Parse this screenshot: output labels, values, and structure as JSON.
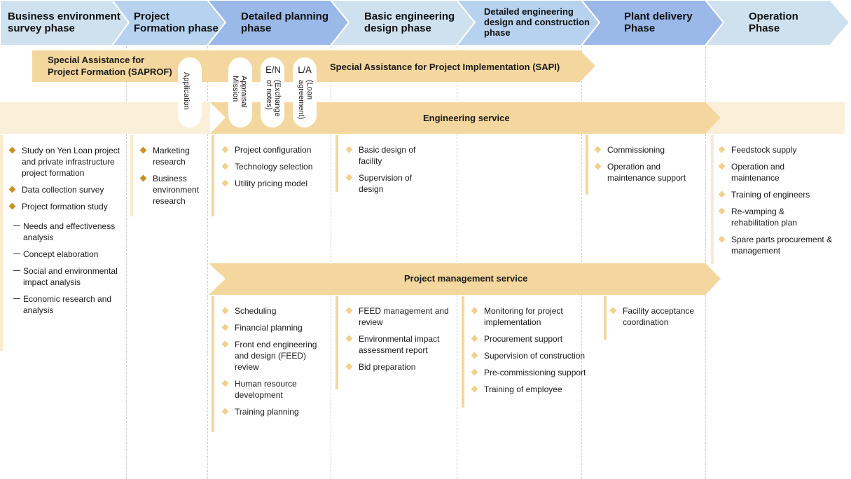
{
  "phases": [
    "Business environment\nsurvey phase",
    "Project\nFormation phase",
    "Detailed planning\nphase",
    "Basic engineering\ndesign phase",
    "Detailed engineering\ndesign and construction\nphase",
    "Plant delivery\nPhase",
    "Operation\nPhase"
  ],
  "colors": {
    "phase_light": "#cfe1ee",
    "phase_mid": "#b7d2ee",
    "phase_dark": "#9ab8e8",
    "band": "#f3d79e",
    "band_pale": "#fcefda",
    "diamond_dark": "#c9902a",
    "diamond_light": "#f0d08c"
  },
  "bars": {
    "saprof": "Special Assistance for\nProject Formation  (SAPROF)",
    "sapi": "Special Assistance for Project Implementation (SAPI)",
    "engineering": "Engineering service",
    "pm": "Project management service"
  },
  "milestones": {
    "application": "Application",
    "appraisal": "Appraisal\nMission",
    "en_abbr": "E/N",
    "en_full": "(Exchange\nof notes)",
    "la_abbr": "L/A",
    "la_full": "(Loan\nagreement)"
  },
  "survey": {
    "items": [
      "Study on Yen Loan project and private infrastructure project formation",
      "Data collection survey",
      "Project formation study"
    ],
    "subitems": [
      "Needs and effectiveness analysis",
      "Concept elaboration",
      "Social and environmental impact analysis",
      "Economic research and analysis"
    ]
  },
  "formation": {
    "items": [
      "Marketing research",
      "Business environment research"
    ]
  },
  "engineering_cols": {
    "detailed_planning": [
      "Project configuration",
      "Technology selection",
      "Utility pricing model"
    ],
    "basic_design": [
      "Basic design of facility",
      "Supervision of design"
    ],
    "plant_delivery": [
      "Commissioning",
      "Operation and maintenance support"
    ],
    "operation": [
      "Feedstock supply",
      "Operation and maintenance",
      "Training of engineers",
      "Re-vamping & rehabilitation plan",
      "Spare parts procurement & management"
    ]
  },
  "pm_cols": {
    "detailed_planning": [
      "Scheduling",
      "Financial planning",
      "Front end engineering and design (FEED) review",
      "Human resource development",
      " Training planning"
    ],
    "basic_design": [
      "FEED management and review",
      "Environmental impact assessment report",
      "Bid preparation"
    ],
    "construction": [
      "Monitoring for project implementation",
      "Procurement support",
      "Supervision of construction",
      "Pre-commissioning support",
      "Training of employee"
    ],
    "plant_delivery": [
      "Facility acceptance coordination"
    ]
  }
}
